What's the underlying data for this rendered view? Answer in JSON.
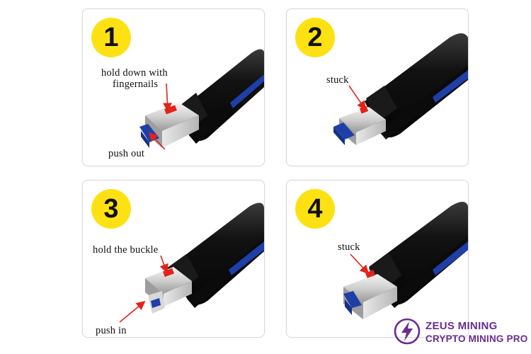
{
  "panels": [
    {
      "number": "1",
      "labels": [
        "hold down with",
        "fingernails",
        "push out"
      ]
    },
    {
      "number": "2",
      "labels": [
        "stuck"
      ]
    },
    {
      "number": "3",
      "labels": [
        "hold the buckle",
        "push in"
      ]
    },
    {
      "number": "4",
      "labels": [
        "stuck"
      ]
    }
  ],
  "colors": {
    "badge": "#fde113",
    "arrow": "#e2231a",
    "accent_blue": "#1f3fa8",
    "brand": "#6a2c91"
  },
  "logo": {
    "icon": "lightning-bolt-icon",
    "brand": "ZEUS MINING",
    "tagline": "CRYPTO MINING PRO"
  }
}
